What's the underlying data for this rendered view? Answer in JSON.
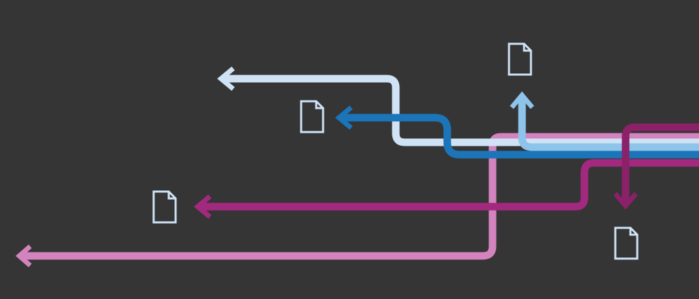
{
  "background_color": "#353535",
  "document_icon_color": "#cfe3f5",
  "flows": [
    {
      "id": "flow-light-blue-left",
      "color": "#cfe3f5",
      "direction": "left",
      "target": "off-canvas"
    },
    {
      "id": "flow-mid-blue-up",
      "color": "#8ec3ea",
      "direction": "up",
      "target": "document"
    },
    {
      "id": "flow-dark-blue-left",
      "color": "#1b75b8",
      "direction": "left",
      "target": "document"
    },
    {
      "id": "flow-pink-left",
      "color": "#d383bd",
      "direction": "left",
      "target": "off-canvas"
    },
    {
      "id": "flow-magenta-left",
      "color": "#a3297f",
      "direction": "left",
      "target": "document"
    },
    {
      "id": "flow-purple-down",
      "color": "#8a2169",
      "direction": "down",
      "target": "document"
    }
  ],
  "icons": [
    {
      "name": "document-icon-top"
    },
    {
      "name": "document-icon-middle"
    },
    {
      "name": "document-icon-left"
    },
    {
      "name": "document-icon-bottom"
    }
  ]
}
